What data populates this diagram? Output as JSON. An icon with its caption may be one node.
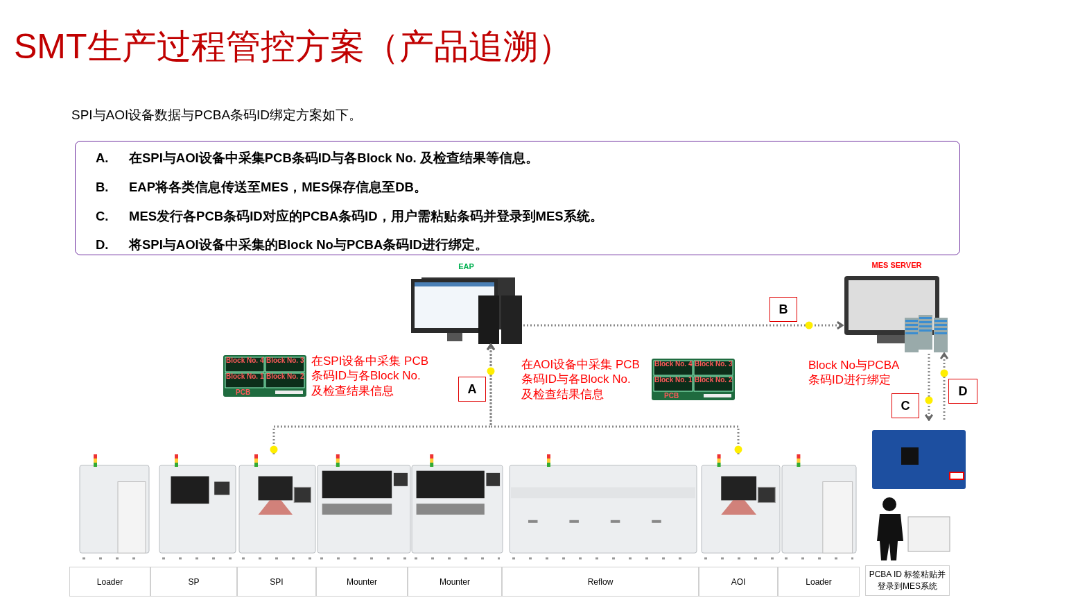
{
  "diagram": {
    "title": "SMT生产过程管控方案（产品追溯）",
    "nodes": [
      {
        "text": [
          "A.",
          "在SPI与AOI设备中采集PCB条码ID与各Block No. 及检查结果等信息。",
          "B.",
          "EAP将各类信息传送至MES，MES保存信息至DB。",
          "C.",
          "MES发行各PCB条码ID对应的PCBA条码ID，用户需粘贴条码并登录到MES系统。",
          "D.",
          "将SPI与AOI设备中采集的Block No与PCBA条码ID进行绑定。"
        ]
      },
      {
        "text": [
          "EAP"
        ]
      },
      {
        "text": [
          "MES SERVER"
        ]
      },
      {
        "text": [],
        "shape": "picture"
      },
      {
        "text": [],
        "shape": "picture"
      },
      {
        "text": [],
        "shape": "picture"
      }
    ],
    "edges": [
      {
        "from": 3,
        "to": 1,
        "arrow": "to",
        "style": "dashed"
      },
      {
        "from": 4,
        "to": 1,
        "arrow": "to",
        "style": "dashed"
      },
      {
        "from": 1,
        "to": 2,
        "arrow": "to",
        "style": "dashed"
      },
      {
        "from": 2,
        "to": 5,
        "arrow": "to",
        "style": "dashed"
      },
      {
        "from": 5,
        "to": 2,
        "arrow": "to",
        "style": "dashed"
      }
    ],
    "labels": [
      "SPI与AOI设备数据与PCBA条码ID绑定方案如下。",
      "B",
      "Block No. 4",
      "Block No. 3",
      "Block No. 1",
      "Block No. 2",
      "PCB",
      "在SPI设备中采集 PCB条码ID与各Block No.及检查结果信息",
      "A",
      "在AOI设备中采集 PCB条码ID与各Block No.及检查结果信息",
      "Block No. 4",
      "Block No. 3",
      "Block No. 1",
      "Block No. 2",
      "PCB",
      "Block No与PCBA条码ID进行绑定",
      "D",
      "C",
      "Loader",
      "SP",
      "SPI",
      "Mounter",
      "Mounter",
      "Reflow",
      "AOI",
      "Loader",
      "PCBA ID 标签粘贴并登录到MES系统"
    ]
  }
}
